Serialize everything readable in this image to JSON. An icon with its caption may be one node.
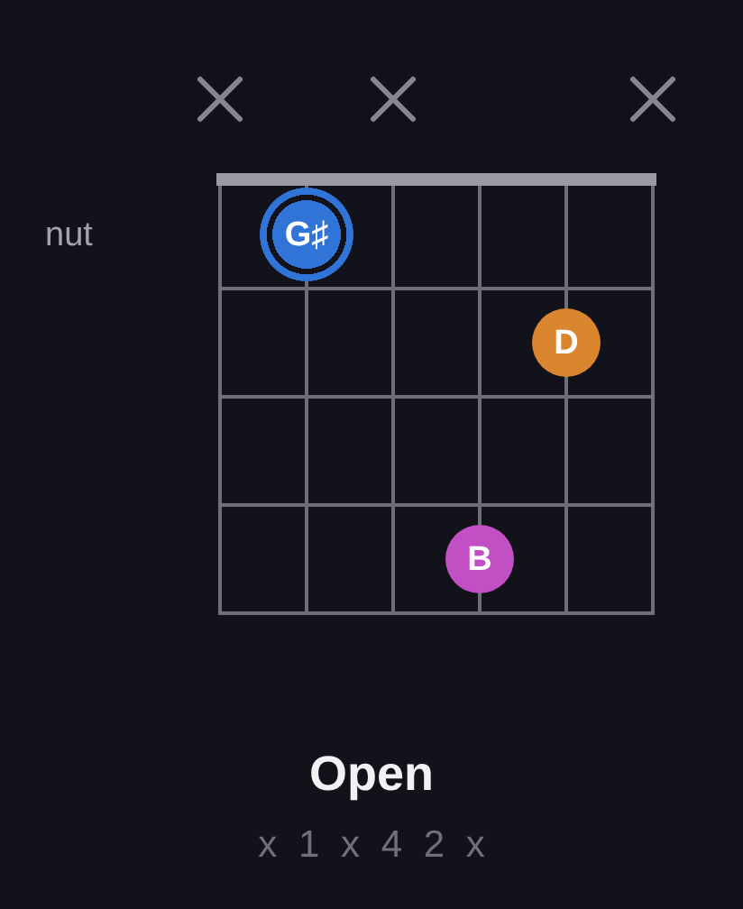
{
  "diagram": {
    "title": "Open",
    "caption": "x 1 x 4 2 x",
    "nodes": [
      {
        "text": [
          "G♯"
        ]
      },
      {
        "text": [
          "D"
        ]
      },
      {
        "text": [
          "B"
        ]
      }
    ],
    "labels": [
      "nut"
    ]
  }
}
